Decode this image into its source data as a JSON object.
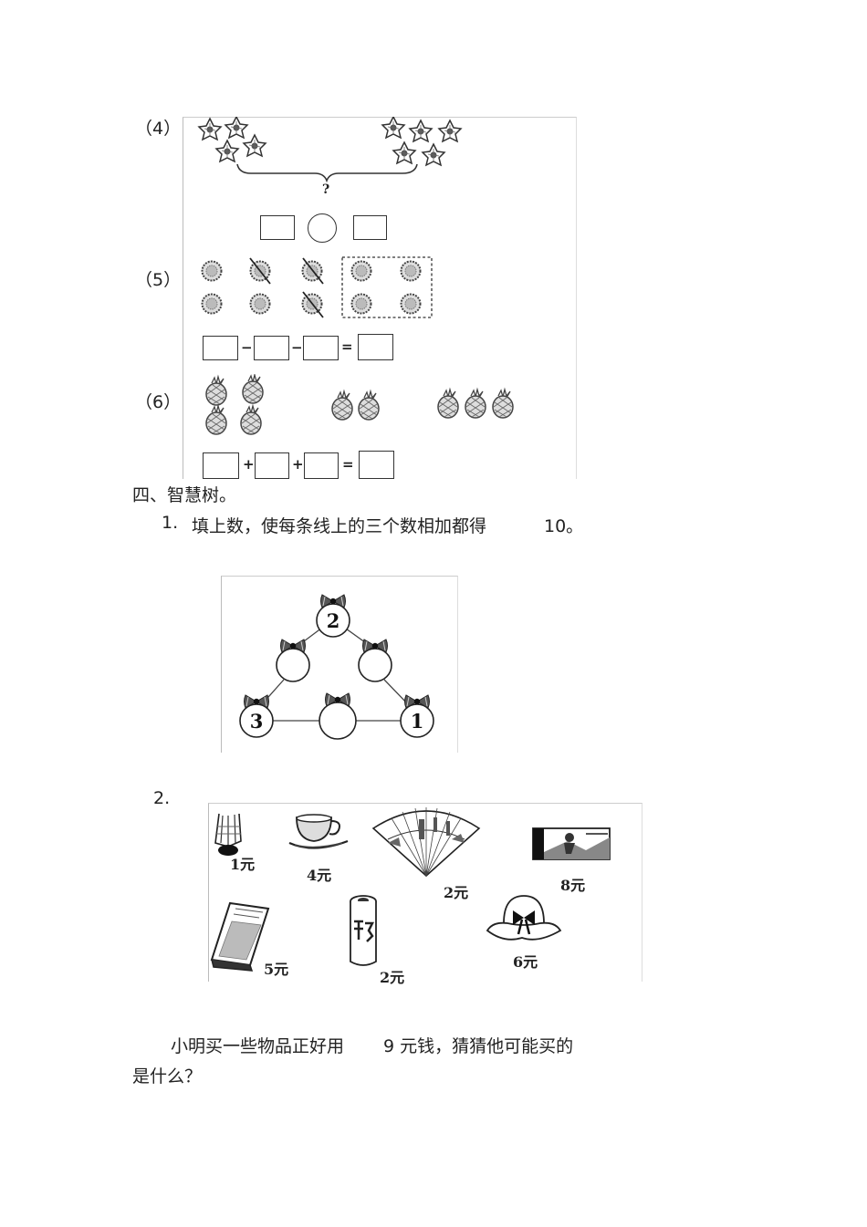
{
  "q4": {
    "label": "（4）",
    "question_mark": "?"
  },
  "q5": {
    "label": "（5）",
    "equation": {
      "op1": "−",
      "op2": "−",
      "eq": "="
    }
  },
  "q6": {
    "label": "（6）",
    "equation": {
      "op1": "+",
      "op2": "+",
      "eq": "="
    }
  },
  "section4": {
    "title": "四、智慧树。",
    "item1": {
      "num": "1.",
      "text": "填上数，使每条线上的三个数相加都得",
      "target": "10。",
      "given_numbers": {
        "top": "2",
        "bottom_left": "3",
        "bottom_right": "1"
      }
    },
    "item2": {
      "num": "2.",
      "goods": [
        {
          "name": "shuttlecock",
          "price": "1元"
        },
        {
          "name": "teacup",
          "price": "4元"
        },
        {
          "name": "fan",
          "price": "2元"
        },
        {
          "name": "picture-box",
          "price": "8元"
        },
        {
          "name": "notebook",
          "price": "5元"
        },
        {
          "name": "drink-can",
          "price": "2元"
        },
        {
          "name": "hat",
          "price": "6元"
        }
      ],
      "question_line1a": "小明买一些物品正好用",
      "question_line1b": "9 元钱，猜猜他可能买的",
      "question_line2": "是什么？"
    }
  }
}
